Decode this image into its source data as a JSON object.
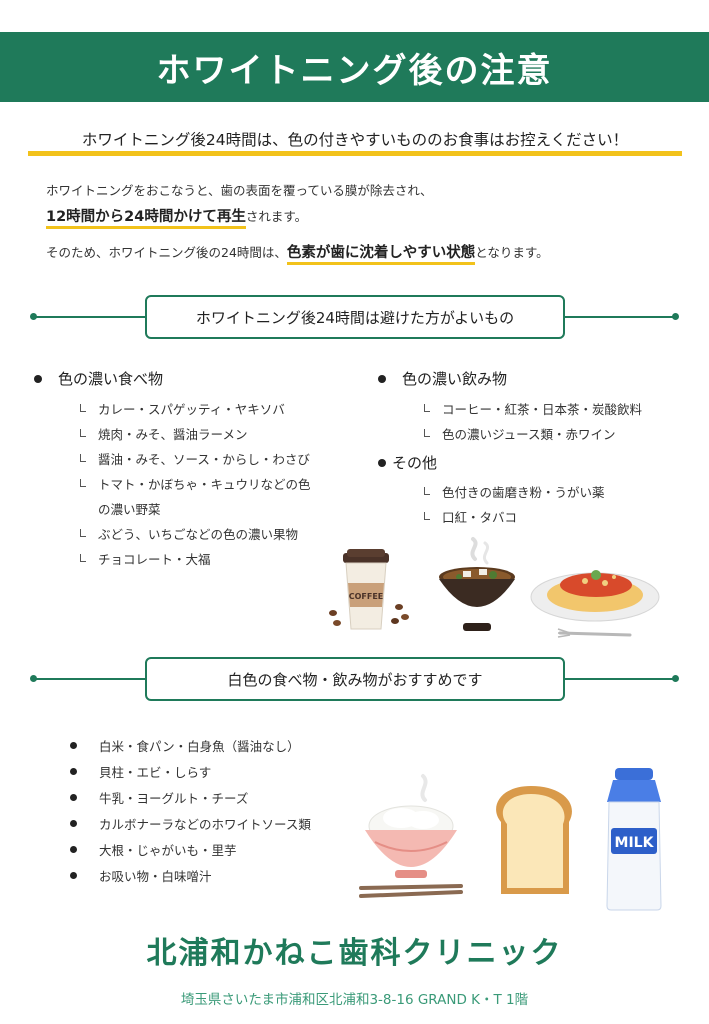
{
  "header": {
    "title": "ホワイトニング後の注意"
  },
  "notice": {
    "text": "ホワイトニング後24時間は、色の付きやすいもののお食事はお控えください！"
  },
  "intro": {
    "line1": "ホワイトニングをおこなうと、歯の表面を覆っている膜が除去され、",
    "line2_em": "12時間から24時間かけて再生",
    "line2_rest": "されます。",
    "line3_pre": "そのため、ホワイトニング後の24時間は、",
    "line3_em": "色素が歯に沈着しやすい状態",
    "line3_post": "となります。"
  },
  "avoid_section": {
    "title": "ホワイトニング後24時間は避けた方がよいもの",
    "foods": {
      "heading": "色の濃い食べ物",
      "items": [
        "カレー・スパゲッティ・ヤキソバ",
        "焼肉・みそ、醤油ラーメン",
        "醤油・みそ、ソース・からし・わさび",
        "トマト・かぼちゃ・キュウリなどの色",
        "の濃い野菜",
        "ぶどう、いちごなどの色の濃い果物",
        "チョコレート・大福"
      ]
    },
    "drinks": {
      "heading": "色の濃い飲み物",
      "items": [
        "コーヒー・紅茶・日本茶・炭酸飲料",
        "色の濃いジュース類・赤ワイン"
      ]
    },
    "others": {
      "heading": "その他",
      "items": [
        "色付きの歯磨き粉・うがい薬",
        "口紅・タバコ"
      ]
    },
    "coffee_label": "COFFEE"
  },
  "recommend_section": {
    "title": "白色の食べ物・飲み物がおすすめです",
    "items": [
      "白米・食パン・白身魚（醤油なし）",
      "貝柱・エビ・しらす",
      "牛乳・ヨーグルト・チーズ",
      "カルボナーラなどのホワイトソース類",
      "大根・じゃがいも・里芋",
      "お吸い物・白味噌汁"
    ],
    "milk_label": "MILK"
  },
  "footer": {
    "clinic_name": "北浦和かねこ歯科クリニック",
    "address": "埼玉県さいたま市浦和区北浦和3-8-16 GRAND K・T 1階"
  },
  "colors": {
    "brand_green": "#1f7a5a",
    "accent_yellow": "#f2c21b"
  }
}
